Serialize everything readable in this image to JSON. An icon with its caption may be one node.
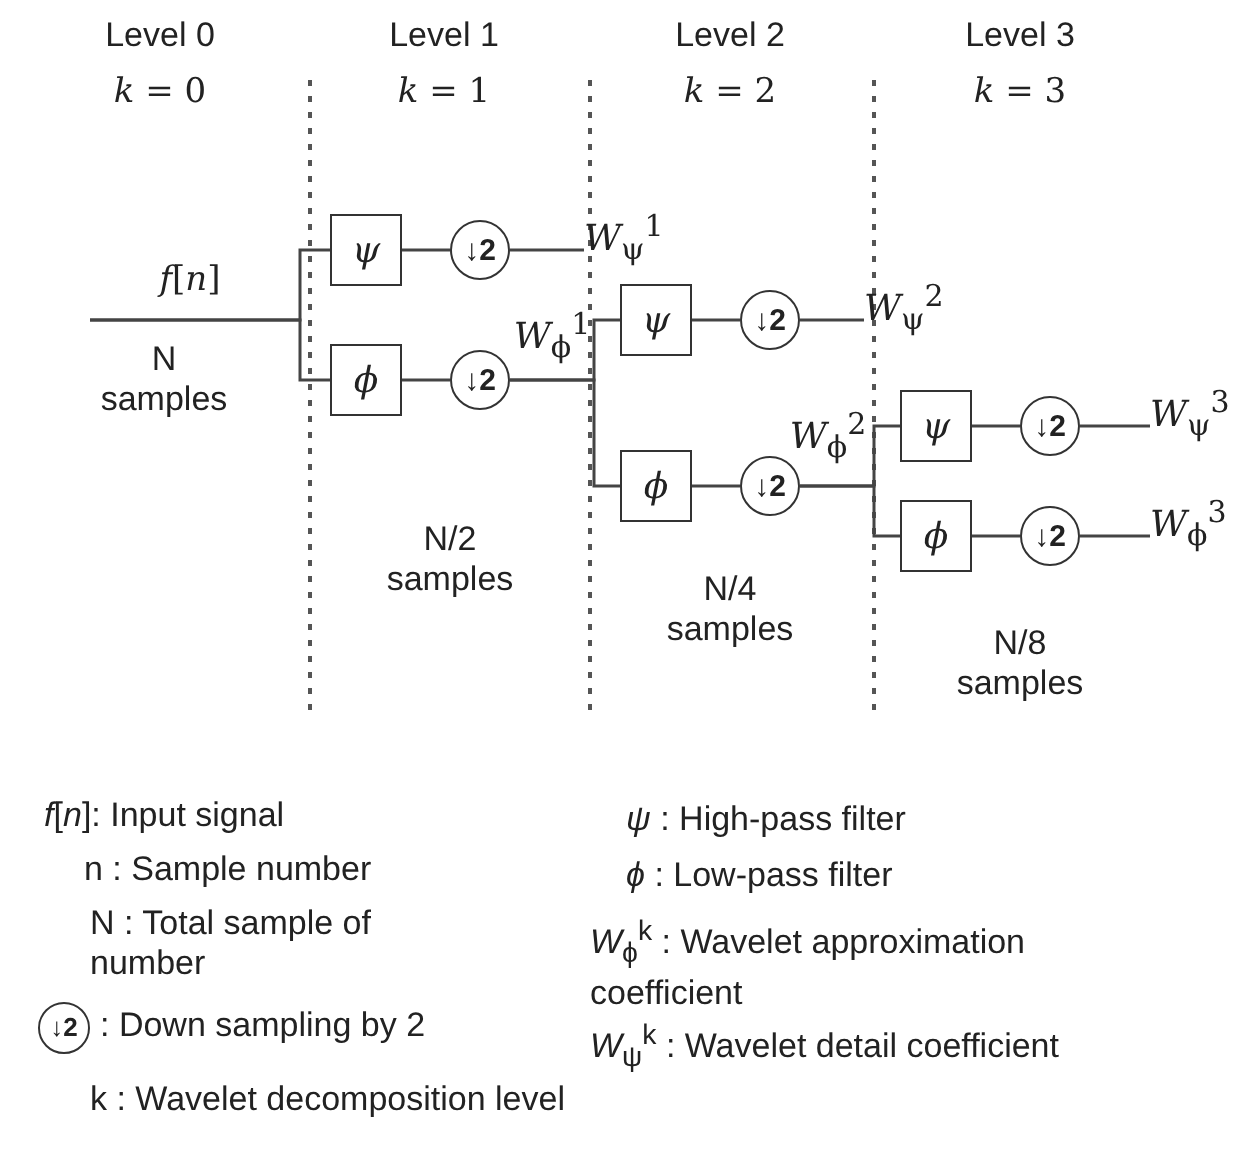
{
  "diagram": {
    "nodes": [
      {
        "text": [
          "ψ"
        ]
      },
      {
        "text": [
          "↓2"
        ]
      },
      {
        "text": [
          "ϕ"
        ]
      },
      {
        "text": [
          "↓2"
        ]
      },
      {
        "text": [
          "ψ"
        ]
      },
      {
        "text": [
          "↓2"
        ]
      },
      {
        "text": [
          "ϕ"
        ]
      },
      {
        "text": [
          "↓2"
        ]
      },
      {
        "text": [
          "ψ"
        ]
      },
      {
        "text": [
          "↓2"
        ]
      },
      {
        "text": [
          "ϕ"
        ]
      },
      {
        "text": [
          "↓2"
        ]
      },
      {
        "text": [
          "*W*$_{ψ}$$^{1}$"
        ]
      },
      {
        "text": [
          "*W*$_{ψ}$$^{2}$"
        ]
      },
      {
        "text": [
          "*W*$_{ψ}$$^{3}$"
        ]
      },
      {
        "text": [
          "*W*$_{ϕ}$$^{3}$"
        ]
      }
    ],
    "edges": [
      {
        "from": null,
        "to": 0,
        "arrow": "none"
      },
      {
        "from": null,
        "to": 2,
        "arrow": "none"
      },
      {
        "from": 0,
        "to": 1,
        "arrow": "none"
      },
      {
        "from": 2,
        "to": 3,
        "arrow": "none"
      },
      {
        "from": 1,
        "to": 12,
        "arrow": "none"
      },
      {
        "from": 3,
        "to": 4,
        "arrow": "none"
      },
      {
        "from": 3,
        "to": 6,
        "arrow": "none"
      },
      {
        "from": 4,
        "to": 5,
        "arrow": "none"
      },
      {
        "from": 6,
        "to": 7,
        "arrow": "none"
      },
      {
        "from": 5,
        "to": 13,
        "arrow": "none"
      },
      {
        "from": 7,
        "to": 8,
        "arrow": "none"
      },
      {
        "from": 7,
        "to": 10,
        "arrow": "none"
      },
      {
        "from": 8,
        "to": 9,
        "arrow": "none"
      },
      {
        "from": 10,
        "to": 11,
        "arrow": "none"
      },
      {
        "from": 9,
        "to": 14,
        "arrow": "none"
      },
      {
        "from": 11,
        "to": 15,
        "arrow": "none"
      }
    ],
    "labels": [
      "Level 0",
      "*k* = 0",
      "Level 1",
      "*k* = 1",
      "Level 2",
      "*k* = 2",
      "Level 3",
      "*k* = 3",
      "*f*[*n*]",
      "*W*$_{ϕ}$$^{1}$",
      "N samples",
      "*W*$_{ϕ}$$^{2}$",
      "N/2 samples",
      "N/4 samples",
      "N/8 samples",
      "*f*[*n*]: Input signal",
      "*ψ* : High-pass filter",
      "n : Sample number",
      "*ϕ* : Low-pass filter",
      "N : Total sample of number",
      "*W*$_{ϕ}$$^{k}$ : Wavelet approximation coefficient",
      "↓2",
      ": Down sampling by 2",
      "*W*$_{ψ}$$^{k}$ : Wavelet detail coefficient",
      "k : Wavelet decomposition level"
    ]
  }
}
